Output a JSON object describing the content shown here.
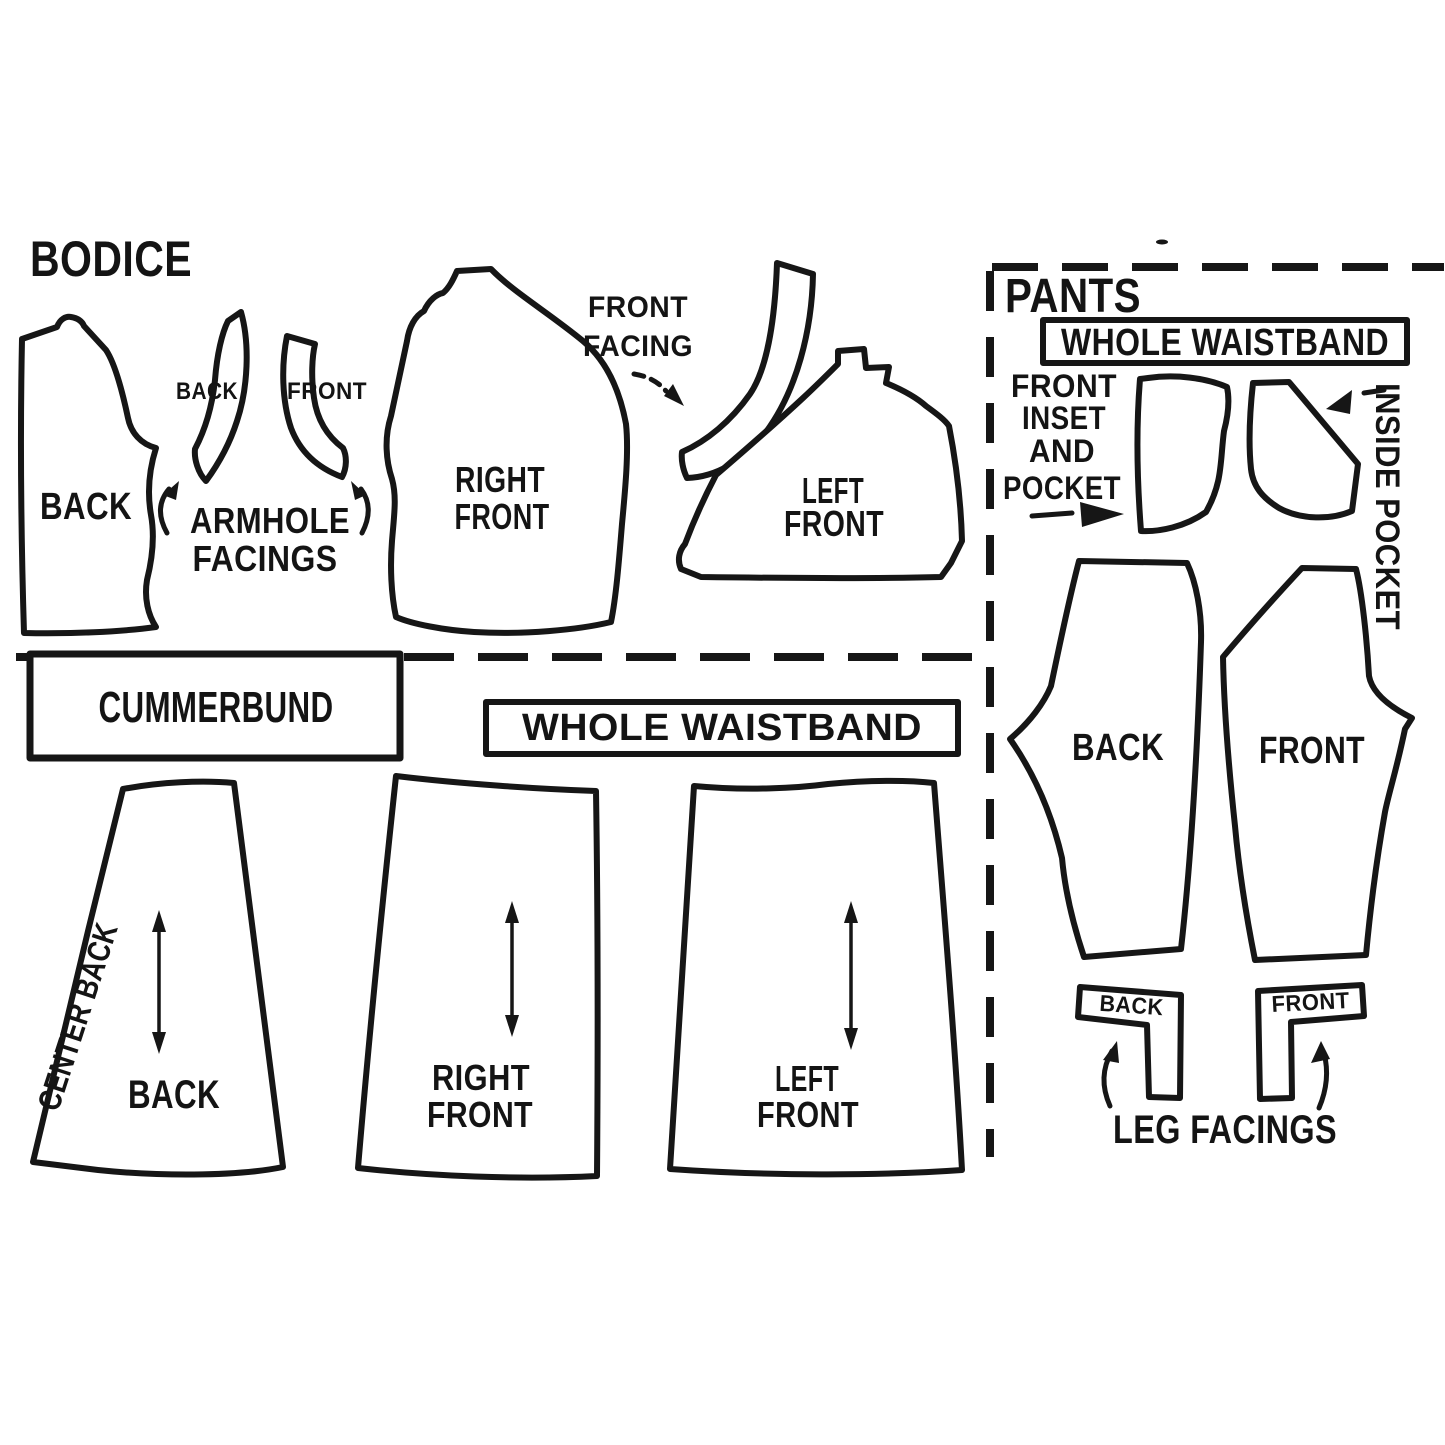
{
  "colors": {
    "ink": "#161616",
    "paper": "#ffffff"
  },
  "bodice": {
    "title": "BODICE",
    "back_label": "BACK",
    "armhole_facing_back_label": "BACK",
    "armhole_facing_front_label": "FRONT",
    "armhole_facings_caption": [
      "ARMHOLE",
      "FACINGS"
    ],
    "right_front_label": [
      "RIGHT",
      "FRONT"
    ],
    "front_facing_caption": [
      "FRONT",
      "FACING"
    ],
    "left_front_label": [
      "LEFT",
      "FRONT"
    ]
  },
  "waist": {
    "cummerbund_label": "CUMMERBUND",
    "whole_waistband_label": "WHOLE WAISTBAND"
  },
  "skirt": {
    "back_label": "BACK",
    "center_back_label": "CENTER BACK",
    "right_front_label": [
      "RIGHT",
      "FRONT"
    ],
    "left_front_label": [
      "LEFT",
      "FRONT"
    ]
  },
  "pants": {
    "title": "PANTS",
    "whole_waistband_label": "WHOLE WAISTBAND",
    "front_inset_caption": [
      "FRONT",
      "INSET",
      "AND",
      "POCKET"
    ],
    "inside_pocket_caption": "INSIDE POCKET",
    "back_label": "BACK",
    "front_label": "FRONT",
    "leg_facing_back_label": "BACK",
    "leg_facing_front_label": "FRONT",
    "leg_facings_caption": "LEG FACINGS"
  }
}
